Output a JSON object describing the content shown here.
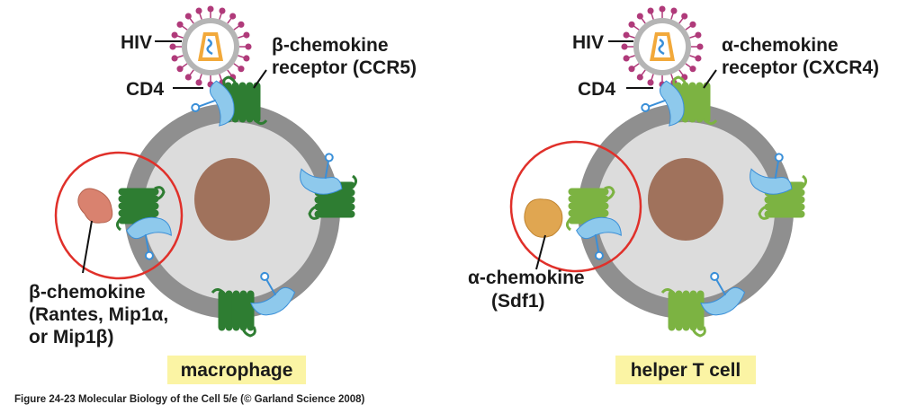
{
  "panels": {
    "left": {
      "hiv": "HIV",
      "cd4": "CD4",
      "receptor_line1": "β-chemokine",
      "receptor_line2": "receptor (CCR5)",
      "chemokine_line1": "β-chemokine",
      "chemokine_line2": "(Rantes, Mip1α,",
      "chemokine_line3": "or Mip1β)",
      "cell_type": "macrophage"
    },
    "right": {
      "hiv": "HIV",
      "cd4": "CD4",
      "receptor_line1": "α-chemokine",
      "receptor_line2": "receptor (CXCR4)",
      "chemokine_line1": "α-chemokine",
      "chemokine_line2": "(Sdf1)",
      "cell_type": "helper T cell"
    }
  },
  "caption": "Figure 24-23  Molecular Biology of the Cell 5/e (© Garland Science 2008)",
  "colors": {
    "membrane": "#8f8f8f",
    "cytoplasm": "#dcdcdc",
    "nucleus": "#a0725c",
    "cd4": "#8ec9ec",
    "ccr5": "#2e7d32",
    "cxcr4": "#7cb342",
    "beta_chemokine": "#d9826f",
    "alpha_chemokine": "#e0a651",
    "highlight_circle": "#e0302a",
    "label_bg": "#fbf4a4",
    "hiv_spikes": "#b03a7a"
  }
}
